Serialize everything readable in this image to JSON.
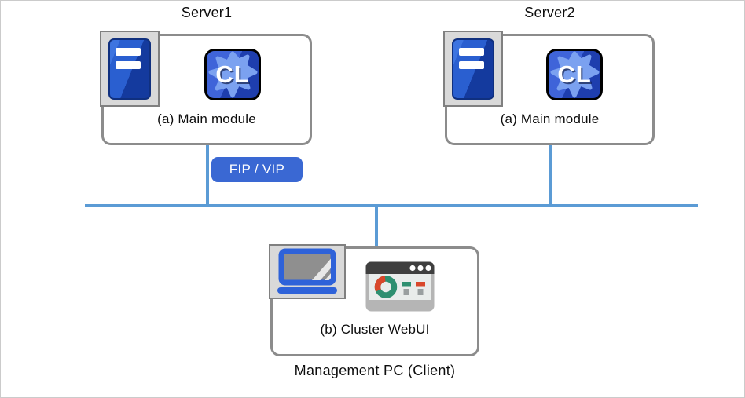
{
  "diagram": {
    "server1": {
      "title": "Server1",
      "module_label": "(a) Main module",
      "cl_monogram": "CL"
    },
    "server2": {
      "title": "Server2",
      "module_label": "(a) Main module",
      "cl_monogram": "CL"
    },
    "management_pc": {
      "module_label": "(b) Cluster WebUI",
      "caption": "Management PC (Client)"
    },
    "network_badge": {
      "label": "FIP / VIP"
    }
  },
  "icons": {
    "server_tower": "server-tower-icon",
    "cluster_app": "cluster-app-icon",
    "laptop": "laptop-icon",
    "webui_browser": "webui-browser-icon"
  },
  "colors": {
    "network_line": "#5b9bd5",
    "box_border": "#8c8c8c",
    "icon_tray_bg": "#d9d9d9",
    "icon_tray_border": "#808080",
    "badge_bg": "#3a68d3",
    "badge_text": "#ffffff",
    "royal_blue": "#2e62d9",
    "cl_blue_light": "#3f64d9",
    "cl_blue_dark": "#1e3eae",
    "cl_blob_blue": "#7ba1f0",
    "donut_green": "#2e8f70",
    "donut_red": "#d9472b",
    "title_bar_dark": "#3f3f3f"
  }
}
